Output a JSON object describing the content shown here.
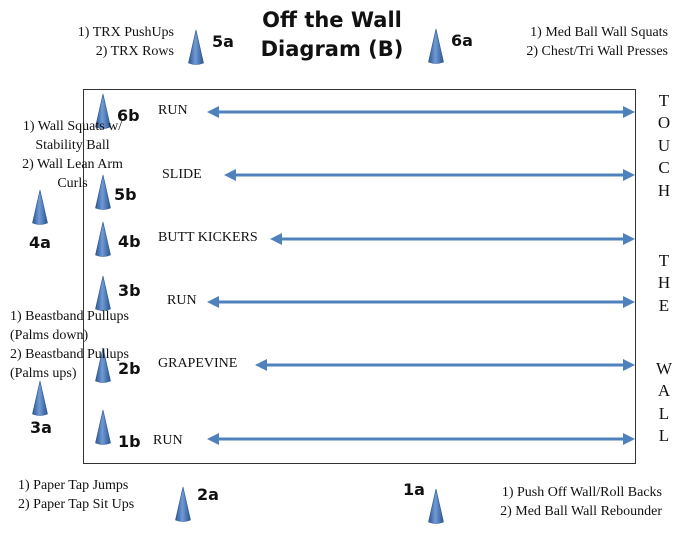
{
  "title_line1": "Off the Wall",
  "title_line2": "Diagram (B)",
  "wall_words": [
    "TOUCH",
    "THE",
    "WALL"
  ],
  "colors": {
    "cone": "#4f7ec3",
    "cone_dark": "#2c568f",
    "arrow": "#4f81bd"
  },
  "stations": {
    "s5a": {
      "label": "5a",
      "ex1": "1) TRX PushUps",
      "ex2": "2) TRX Rows"
    },
    "s6a": {
      "label": "6a",
      "ex1": "1) Med Ball Wall Squats",
      "ex2": "2) Chest/Tri Wall Presses"
    },
    "s4a": {
      "label": "4a",
      "ex1": "1) Wall Squats w/ Stability Ball",
      "ex2": "2) Wall Lean Arm Curls"
    },
    "s3a": {
      "label": "3a",
      "ex1": "1) Beastband Pullups (Palms down)",
      "ex2": "2) Beastband Pullups (Palms ups)"
    },
    "s2a": {
      "label": "2a",
      "ex1": "1) Paper Tap Jumps",
      "ex2": "2)  Paper Tap Sit Ups"
    },
    "s1a": {
      "label": "1a",
      "ex1": "1) Push Off Wall/Roll Backs",
      "ex2": "2) Med Ball Wall Rebounder"
    }
  },
  "lanes": [
    {
      "label": "6b",
      "drill": "RUN"
    },
    {
      "label": "5b",
      "drill": "SLIDE"
    },
    {
      "label": "4b",
      "drill": "BUTT KICKERS"
    },
    {
      "label": "3b",
      "drill": "RUN"
    },
    {
      "label": "2b",
      "drill": "GRAPEVINE"
    },
    {
      "label": "1b",
      "drill": "RUN"
    }
  ]
}
